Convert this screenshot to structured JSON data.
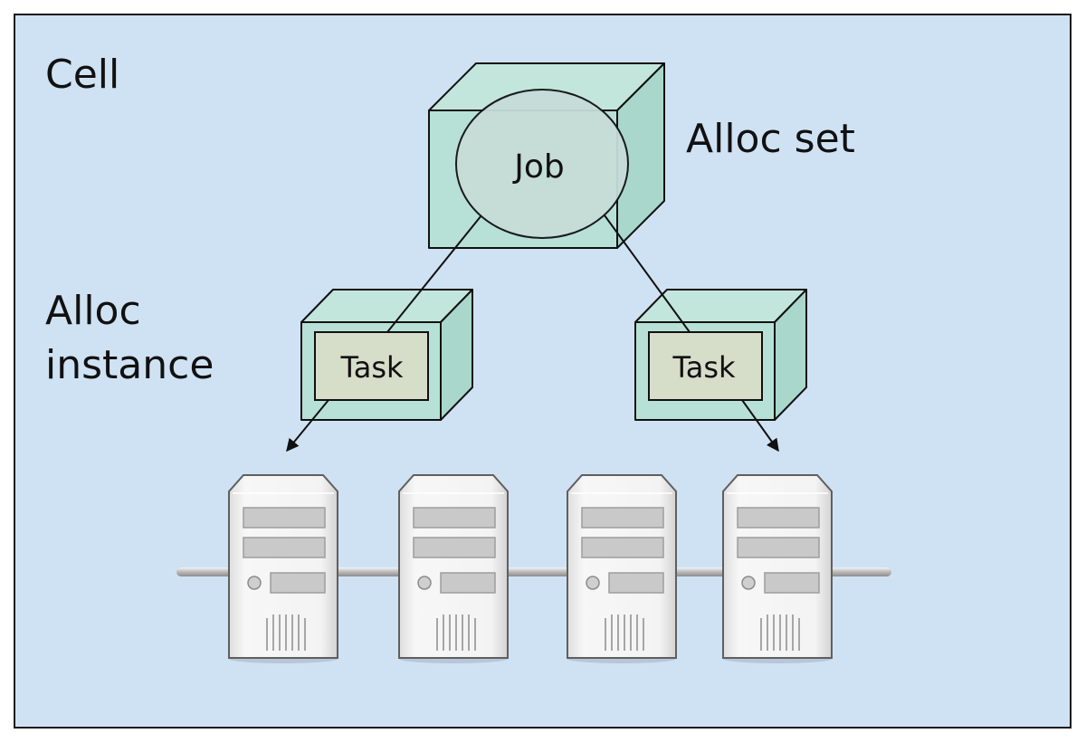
{
  "diagram": {
    "cell_label": "Cell",
    "alloc_set_label": "Alloc set",
    "alloc_instance_label_line1": "Alloc",
    "alloc_instance_label_line2": "instance",
    "job_label": "Job",
    "task_left_label": "Task",
    "task_right_label": "Task",
    "machines": [
      "server",
      "server",
      "server",
      "server"
    ]
  },
  "colors": {
    "cell_background": "#cfe2f3",
    "box_face": "#b7e1d6",
    "box_side": "#a9d7cb",
    "job_fill": "#c6dcd8",
    "task_fill": "#d6ddc9",
    "server_body": "#f1f1f1",
    "server_slot": "#c9c9c9"
  }
}
